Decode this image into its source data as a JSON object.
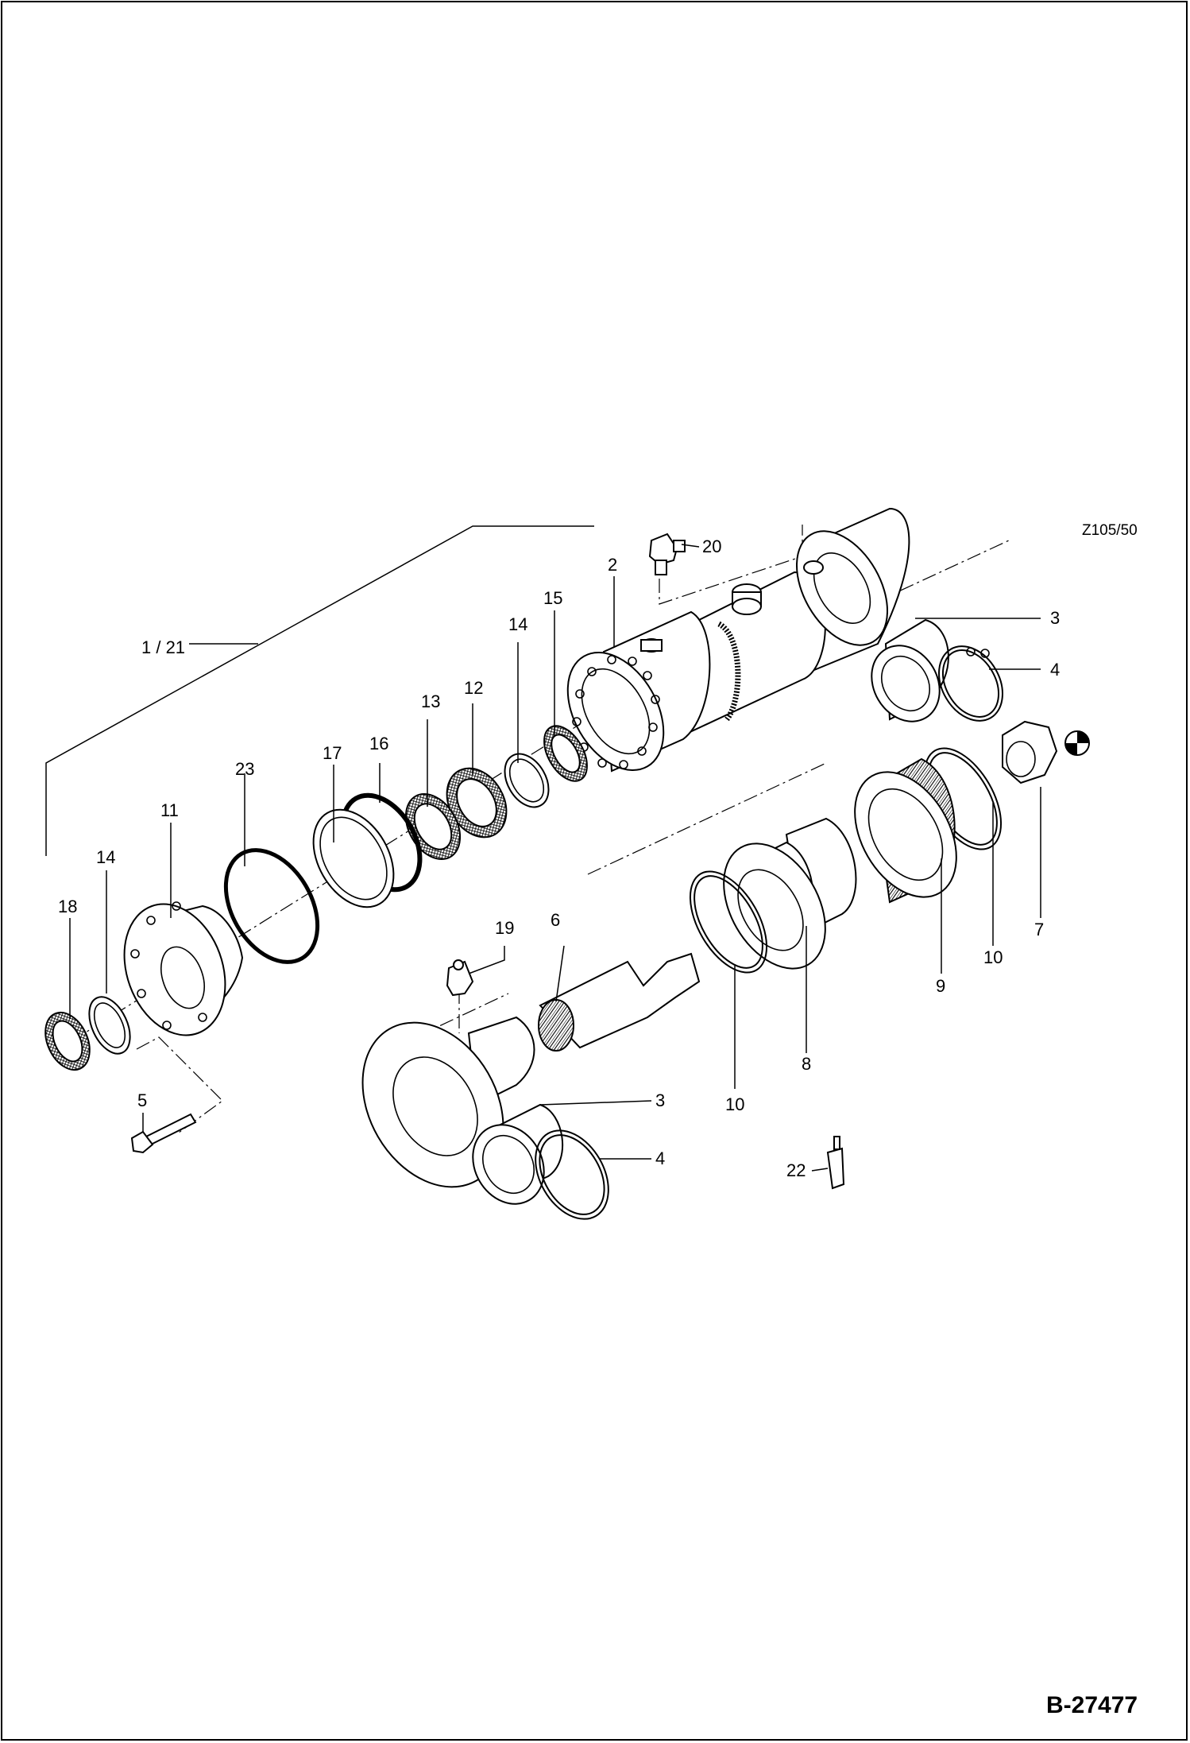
{
  "drawing_ref": "Z105/50",
  "document_number": "B-27477",
  "callouts": [
    {
      "id": "c1",
      "text": "1 / 21"
    },
    {
      "id": "c2",
      "text": "2"
    },
    {
      "id": "c3a",
      "text": "3"
    },
    {
      "id": "c3b",
      "text": "3"
    },
    {
      "id": "c4a",
      "text": "4"
    },
    {
      "id": "c4b",
      "text": "4"
    },
    {
      "id": "c5",
      "text": "5"
    },
    {
      "id": "c6",
      "text": "6"
    },
    {
      "id": "c7",
      "text": "7"
    },
    {
      "id": "c8",
      "text": "8"
    },
    {
      "id": "c9",
      "text": "9"
    },
    {
      "id": "c10a",
      "text": "10"
    },
    {
      "id": "c10b",
      "text": "10"
    },
    {
      "id": "c11",
      "text": "11"
    },
    {
      "id": "c12",
      "text": "12"
    },
    {
      "id": "c13",
      "text": "13"
    },
    {
      "id": "c14a",
      "text": "14"
    },
    {
      "id": "c14b",
      "text": "14"
    },
    {
      "id": "c15",
      "text": "15"
    },
    {
      "id": "c16",
      "text": "16"
    },
    {
      "id": "c17",
      "text": "17"
    },
    {
      "id": "c18",
      "text": "18"
    },
    {
      "id": "c19",
      "text": "19"
    },
    {
      "id": "c20",
      "text": "20"
    },
    {
      "id": "c22",
      "text": "22"
    },
    {
      "id": "c23",
      "text": "23"
    }
  ]
}
